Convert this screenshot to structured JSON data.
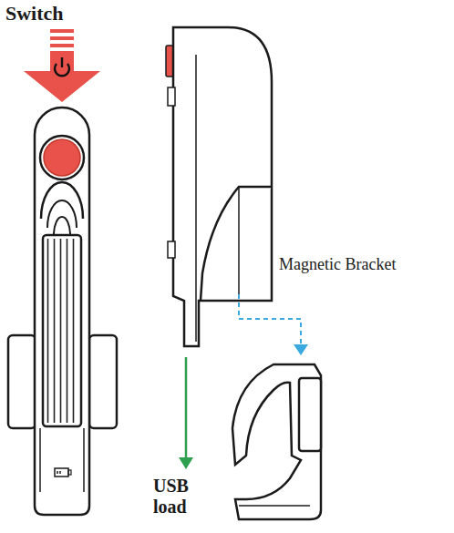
{
  "diagram": {
    "labels": [
      "Switch",
      "Magnetic Bracket",
      "USB load"
    ]
  }
}
